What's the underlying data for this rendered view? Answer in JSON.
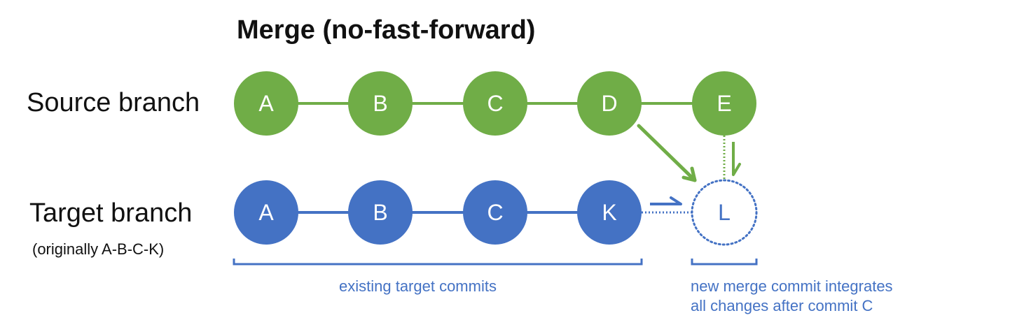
{
  "title": "Merge (no-fast-forward)",
  "source": {
    "label": "Source branch",
    "commits": [
      "A",
      "B",
      "C",
      "D",
      "E"
    ]
  },
  "target": {
    "label": "Target branch",
    "sublabel": "(originally A-B-C-K)",
    "commits": [
      "A",
      "B",
      "C",
      "K"
    ]
  },
  "merge_commit": {
    "label": "L"
  },
  "captions": {
    "existing": "existing target commits",
    "merge_line1": "new merge commit integrates",
    "merge_line2": "all changes after commit C"
  },
  "colors": {
    "source": "#70ad47",
    "target": "#4472c4",
    "text": "#111111",
    "node_text": "#ffffff"
  }
}
